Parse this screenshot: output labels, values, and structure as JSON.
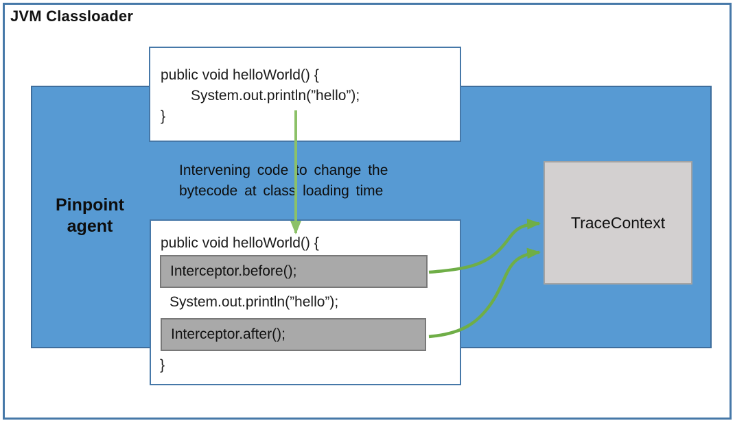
{
  "title": "JVM Classloader",
  "agent": {
    "label_line1": "Pinpoint",
    "label_line2": "agent"
  },
  "original_code": {
    "line1": "public void helloWorld() {",
    "line2": "System.out.println(”hello”);",
    "line3": "}"
  },
  "annotation": {
    "line1": "Intervening code to change the",
    "line2": "bytecode at class loading time"
  },
  "instrumented_code": {
    "line1": "public void helloWorld() {",
    "interceptor_before": "Interceptor.before();",
    "line2": "System.out.println(”hello”);",
    "interceptor_after": "Interceptor.after();",
    "line3": "}"
  },
  "trace_context_label": "TraceContext",
  "colors": {
    "outer_border": "#4678a8",
    "codebox_border": "#4678a8",
    "agent_fill": "#579ad3",
    "agent_border": "#3e6d9c",
    "interceptor_fill": "#a9a9a9",
    "interceptor_border": "#787878",
    "trace_fill": "#d3d0d0",
    "trace_border": "#a3a3a3",
    "arrow_green": "#6fae47",
    "arrow_green_light": "#8cc168"
  }
}
